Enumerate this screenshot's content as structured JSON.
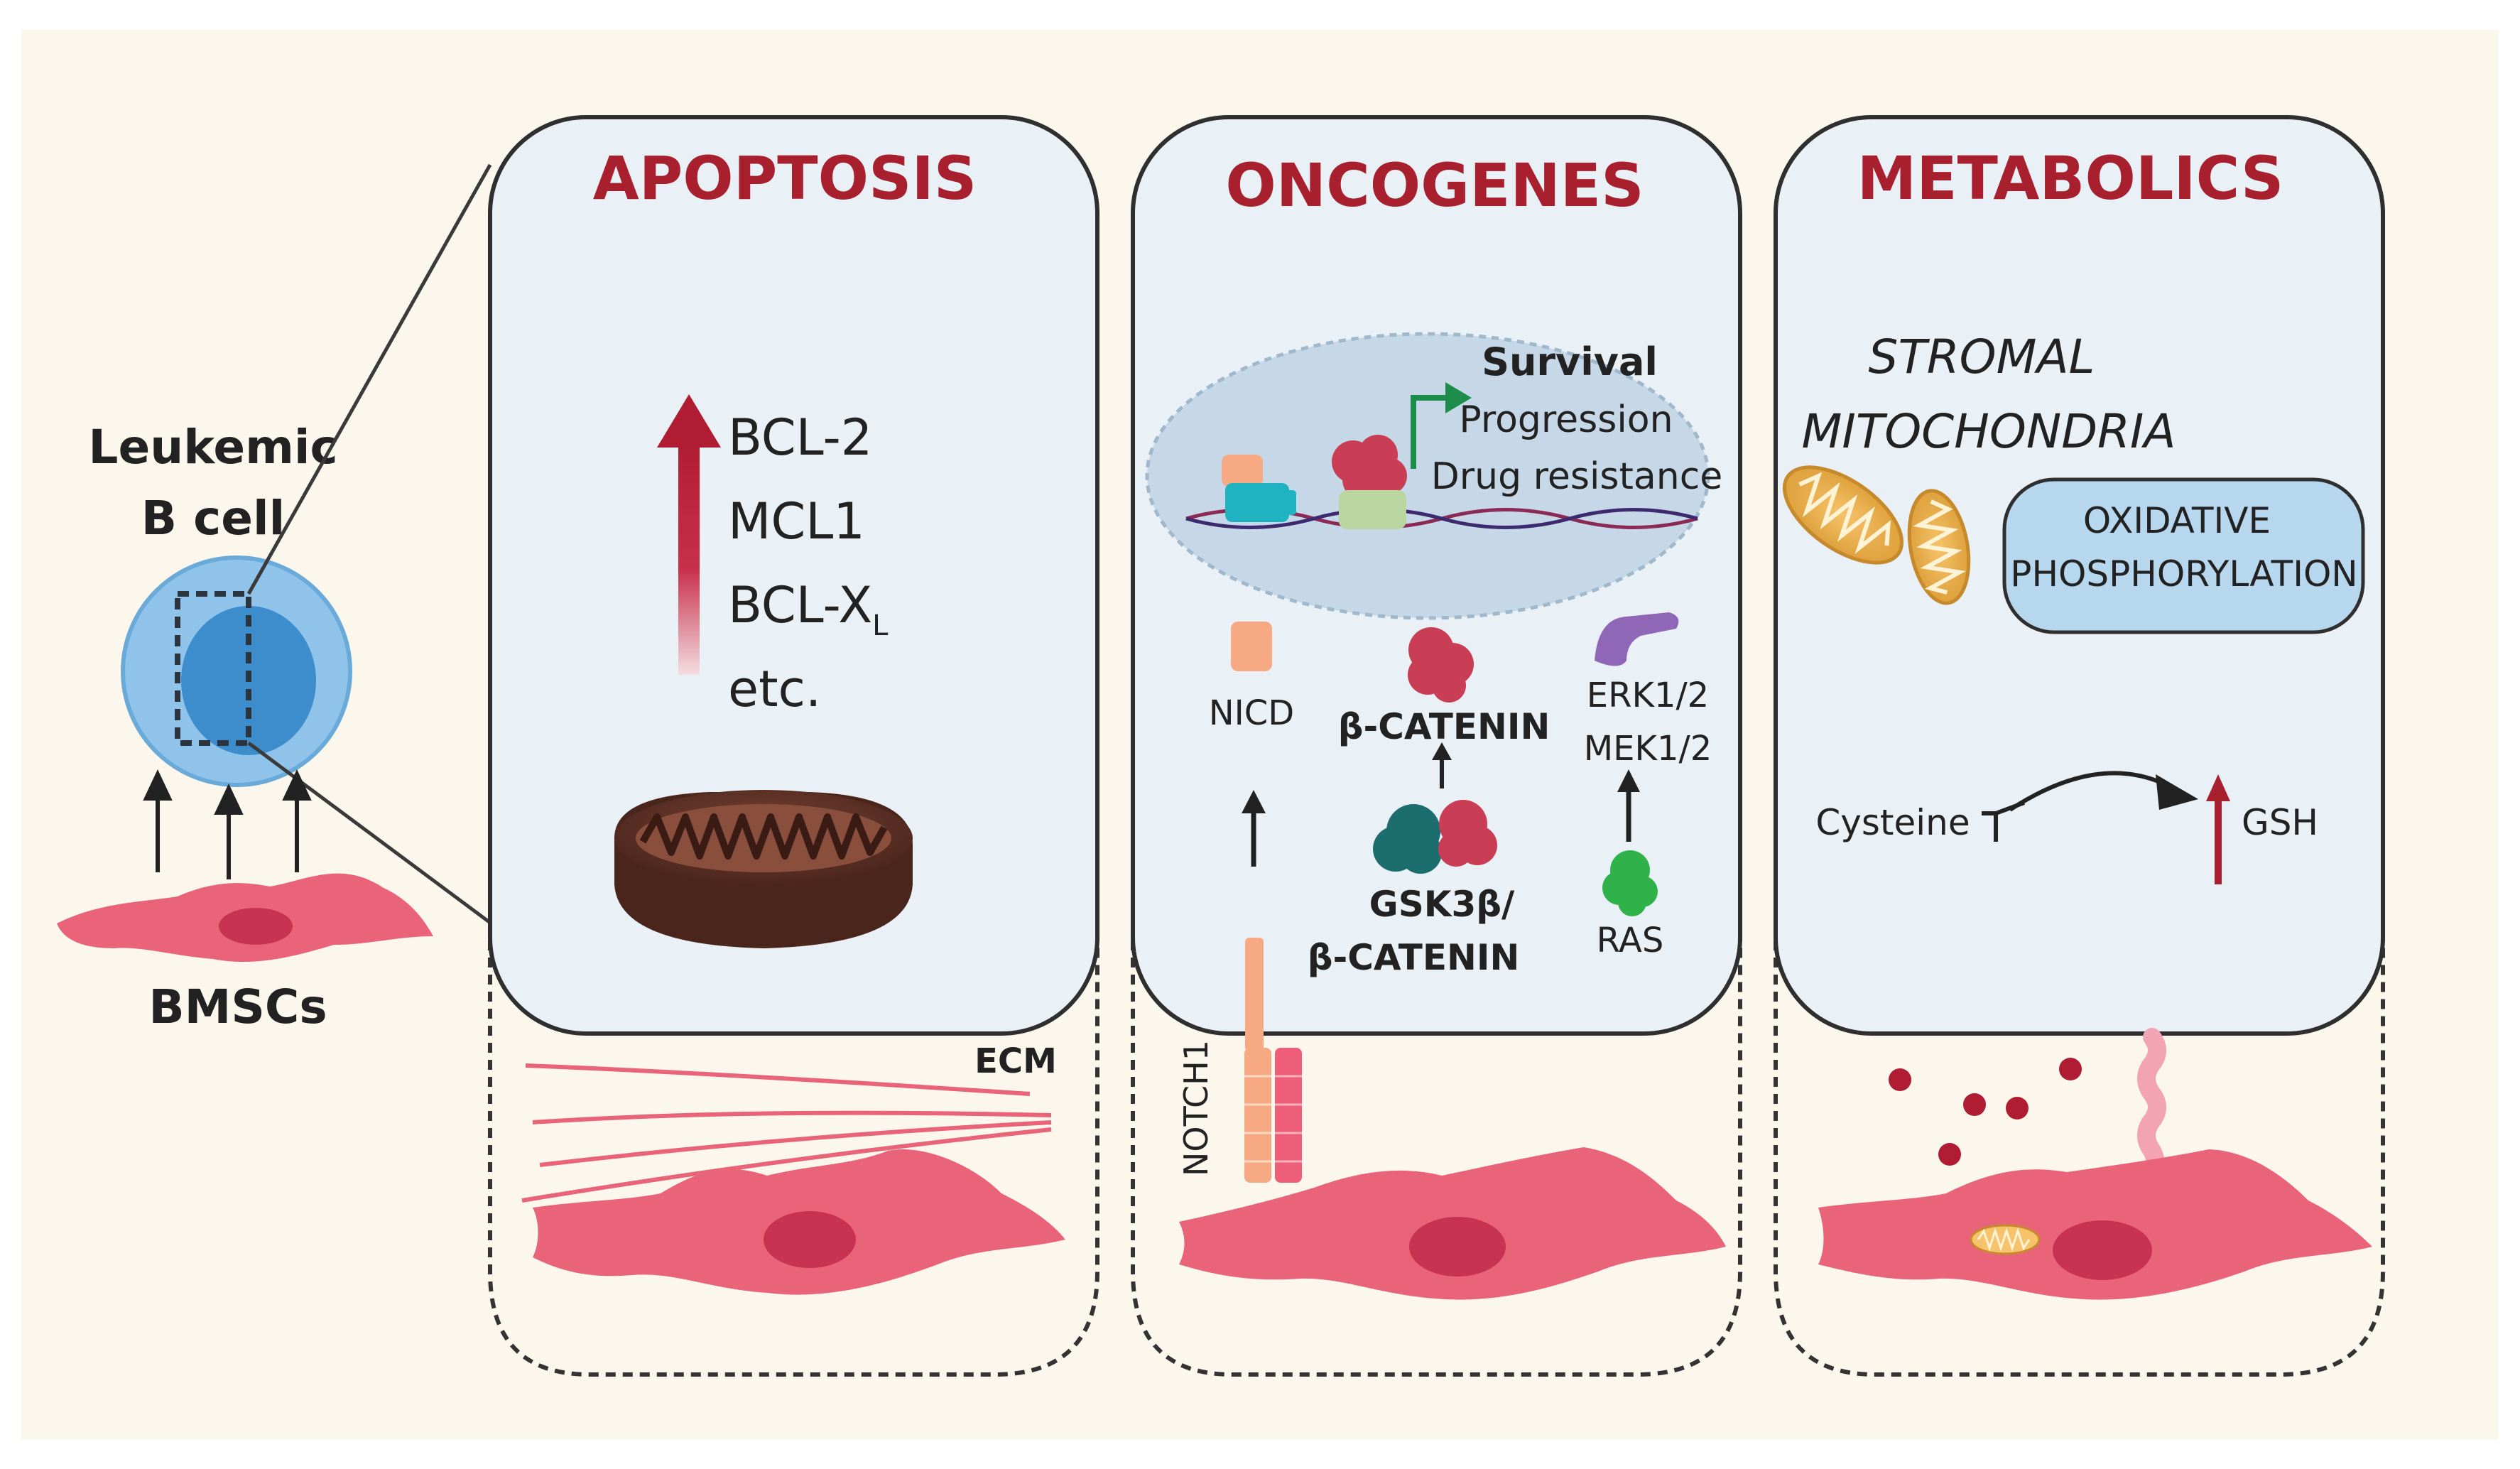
{
  "cell": {
    "label_line1": "Leukemic",
    "label_line2": "B cell",
    "stroma_label": "BMSCs"
  },
  "panels": {
    "apoptosis": {
      "title": "APOPTOSIS",
      "items": [
        "BCL-2",
        "MCL1",
        "BCL-X",
        "etc."
      ],
      "subscript": "L",
      "ecm_label": "ECM"
    },
    "oncogenes": {
      "title": "ONCOGENES",
      "outcomes": [
        "Survival",
        "Progression",
        "Drug resistance"
      ],
      "nicd": "NICD",
      "beta_catenin": "β-CATENIN",
      "gsk_line1": "GSK3β/",
      "gsk_line2": "β-CATENIN",
      "erk": "ERK1/2",
      "mek": "MEK1/2",
      "ras": "RAS",
      "notch": "NOTCH1"
    },
    "metabolics": {
      "title": "METABOLICS",
      "stromal_line1": "STROMAL",
      "stromal_line2": "MITOCHONDRIA",
      "oxphos_line1": "OXIDATIVE",
      "oxphos_line2": "PHOSPHORYLATION",
      "cysteine": "Cysteine",
      "gsh": "GSH"
    }
  },
  "colors": {
    "background": "#fbf7ec",
    "panel_fill": "#e9f0f6",
    "title_red": "#a8202e",
    "stroma_pink": "#e96478",
    "nucleus_red": "#c83352",
    "cell_blue": "#8fc3ea",
    "nucleus_blue": "#3d8ccc"
  }
}
